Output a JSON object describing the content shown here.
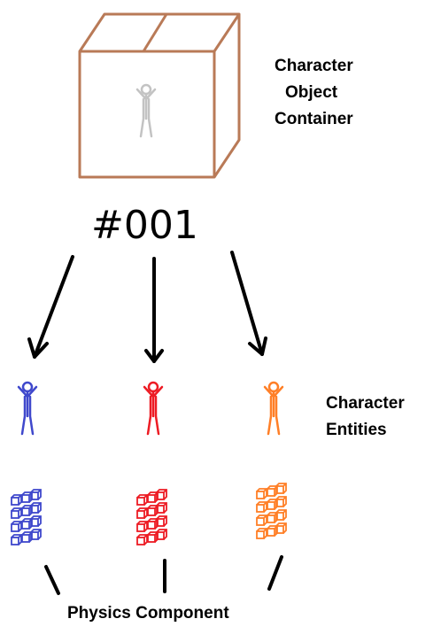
{
  "container_label": {
    "line1": "Character",
    "line2": "Object",
    "line3": "Container"
  },
  "object_id": "#001",
  "entities_label": {
    "line1": "Character",
    "line2": "Entities"
  },
  "physics_label": "Physics Component",
  "colors": {
    "box": "#b97a57",
    "ghost_figure": "#c3c3c3",
    "entity_1": "#3f48cc",
    "entity_2": "#ed1c24",
    "entity_3": "#ff7f27",
    "arrow": "#000000"
  },
  "entities": [
    {
      "name": "blue-entity",
      "color_key": "entity_1"
    },
    {
      "name": "red-entity",
      "color_key": "entity_2"
    },
    {
      "name": "orange-entity",
      "color_key": "entity_3"
    }
  ]
}
